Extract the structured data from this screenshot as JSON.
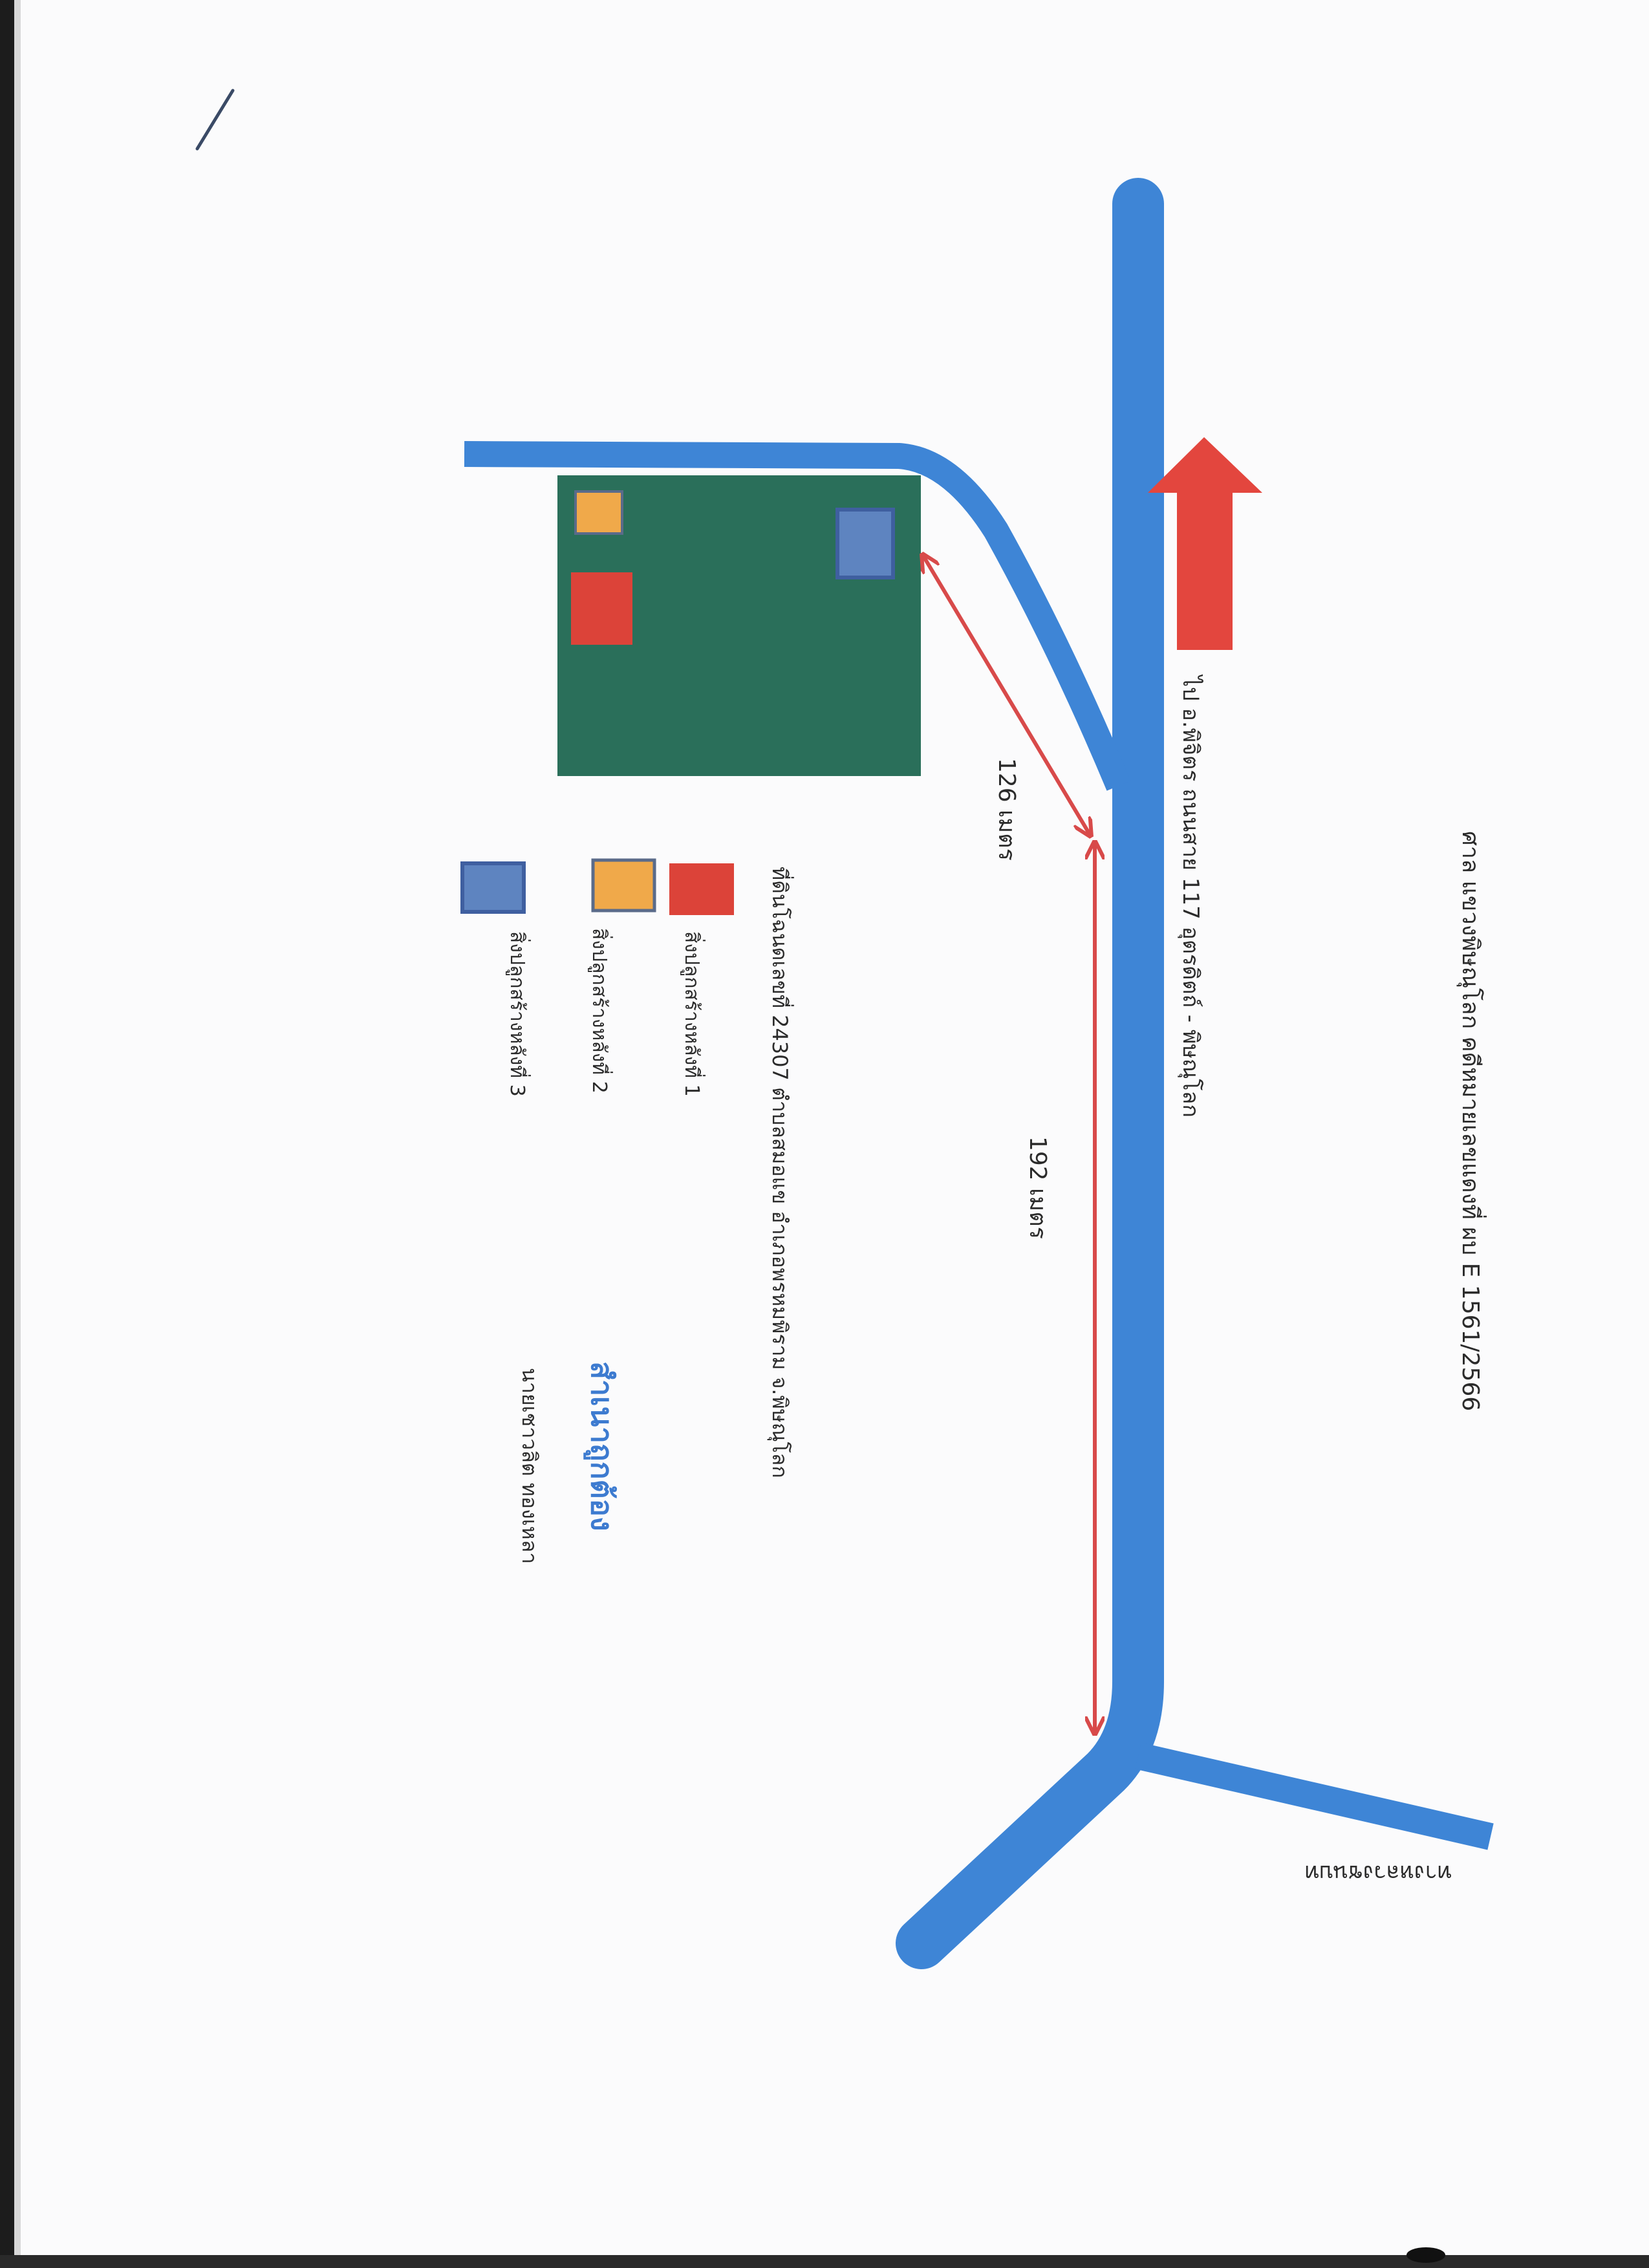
{
  "texts": {
    "case_header": "ศาล แขวงพิษณุโลก คดีหมายเลขแดงที่ ผบ E 1561/2566",
    "highway": "ไป อ.พิจิตร   ถนนสาย 117  อุตรดิตถ์ - พิษณุโลก",
    "bottom_road": "ทางหลวงชนบท",
    "distance_126": "126   เมตร",
    "distance_192": "192   เมตร",
    "land_title": "ที่ดินโฉนดเลขที่ 24307  ตำบลสมอแข  อำเภอพรหมพิราม จ.พิษณุโลก",
    "legend_1": "สิ่งปลูกสร้างหลังที่ 1",
    "legend_2": "สิ่งปลูกสร้างหลังที่ 2",
    "legend_3": "สิ่งปลูกสร้างหลังที่ 3",
    "certified": "สำเนาถูกต้อง",
    "officer": "นายเชาวลิต  ทองเหลา"
  },
  "colors": {
    "road": "#3e85d6",
    "parcel": "#2a6f5a",
    "building_1": "#dc4339",
    "building_2": "#f0a94a",
    "building_3": "#5e84c0",
    "measure": "#d84a4a",
    "direction_arrow": "#e3463e",
    "certified_text": "#3d7bd0"
  },
  "icons": {
    "direction": "arrow-up-icon"
  }
}
